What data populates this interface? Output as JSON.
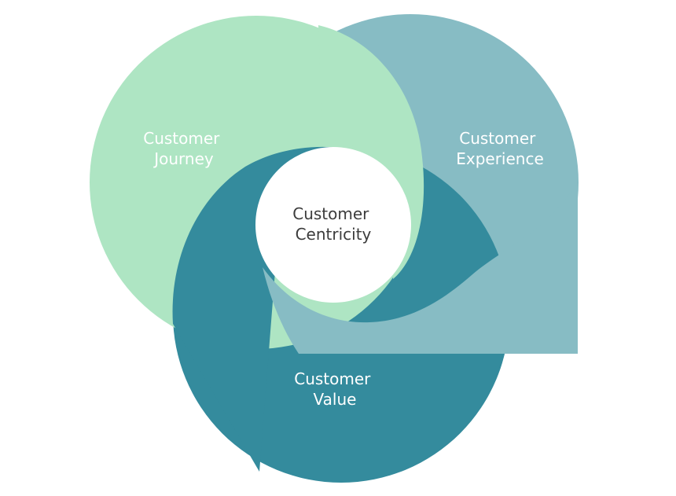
{
  "colors": {
    "journey": "#aee5c3",
    "experience": "#87bcc4",
    "value": "#348b9d",
    "center": "#ffffff",
    "center_text": "#3c3c3c",
    "outer_text": "#ffffff"
  },
  "nodes": {
    "journey": {
      "line1": "Customer",
      "line2": "Journey"
    },
    "experience": {
      "line1": "Customer",
      "line2": "Experience"
    },
    "value": {
      "line1": "Customer",
      "line2": "Value"
    },
    "center": {
      "line1": "Customer",
      "line2": "Centricity"
    }
  }
}
